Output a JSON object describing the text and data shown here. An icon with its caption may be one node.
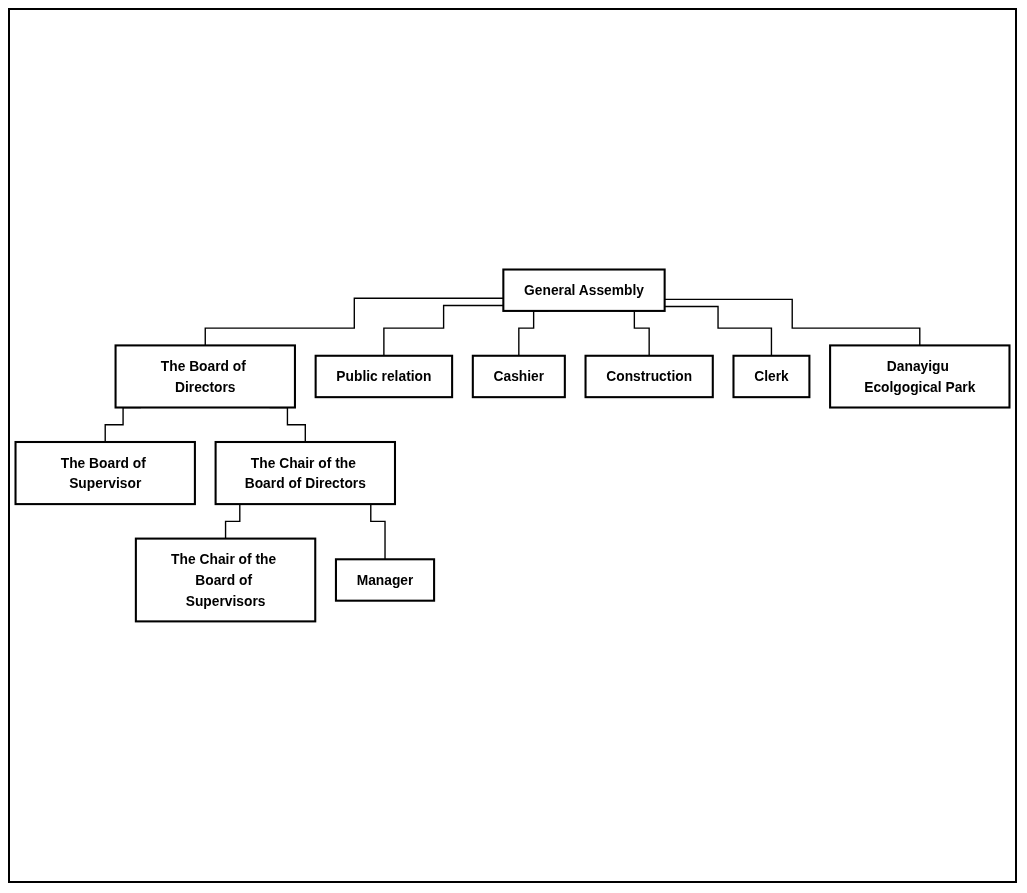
{
  "diagram": {
    "nodes": [
      {
        "text": [
          "General Assembly"
        ]
      },
      {
        "text": [
          "The Board of Directors"
        ]
      },
      {
        "text": [
          "The Board of Supervisor"
        ]
      },
      {
        "text": [
          "The Chair of the Board of Directors"
        ]
      },
      {
        "text": [
          "The Chair of the Board of Supervisors"
        ]
      },
      {
        "text": [
          "Manager"
        ]
      },
      {
        "text": [
          "Public relation"
        ]
      },
      {
        "text": [
          "Cashier"
        ]
      },
      {
        "text": [
          "Construction"
        ]
      },
      {
        "text": [
          "Clerk"
        ]
      },
      {
        "text": [
          "Danayigu Ecolgogical Park"
        ]
      }
    ],
    "edges": [
      {
        "from": 0,
        "to": 1,
        "arrow": "none"
      },
      {
        "from": 1,
        "to": 2,
        "arrow": "none"
      },
      {
        "from": 1,
        "to": 3,
        "arrow": "none"
      },
      {
        "from": 3,
        "to": 4,
        "arrow": "none"
      },
      {
        "from": 3,
        "to": 5,
        "arrow": "none"
      },
      {
        "from": 0,
        "to": 6,
        "arrow": "none"
      },
      {
        "from": 0,
        "to": 7,
        "arrow": "none"
      },
      {
        "from": 0,
        "to": 8,
        "arrow": "none"
      },
      {
        "from": 0,
        "to": 9,
        "arrow": "none"
      },
      {
        "from": 0,
        "to": 10,
        "arrow": "none"
      }
    ]
  }
}
